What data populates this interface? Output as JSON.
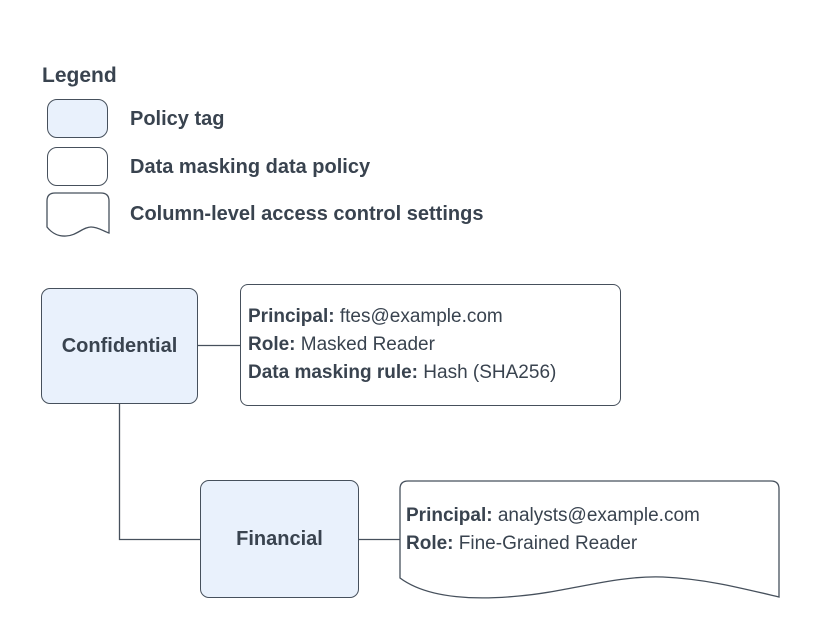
{
  "legend": {
    "title": "Legend",
    "items": [
      {
        "swatch": "policy-tag-swatch",
        "label": "Policy tag"
      },
      {
        "swatch": "data-masking-policy-swatch",
        "label": "Data masking data policy"
      },
      {
        "swatch": "column-access-settings-swatch",
        "label": "Column-level access control settings"
      }
    ]
  },
  "nodes": {
    "confidential": {
      "type": "policy-tag",
      "label": "Confidential"
    },
    "financial": {
      "type": "policy-tag",
      "label": "Financial"
    },
    "masking_policy": {
      "type": "data-masking-data-policy",
      "lines": [
        {
          "label": "Principal:",
          "value": "ftes@example.com"
        },
        {
          "label": "Role:",
          "value": "Masked Reader"
        },
        {
          "label": "Data masking rule:",
          "value": "Hash (SHA256)"
        }
      ]
    },
    "column_access": {
      "type": "column-level-access-control-settings",
      "lines": [
        {
          "label": "Principal:",
          "value": "analysts@example.com"
        },
        {
          "label": "Role:",
          "value": "Fine-Grained Reader"
        }
      ]
    }
  },
  "connections": [
    {
      "from": "confidential",
      "to": "masking_policy"
    },
    {
      "from": "confidential",
      "to": "financial"
    },
    {
      "from": "financial",
      "to": "column_access"
    }
  ],
  "colors": {
    "policy_tag_fill": "#e9f1fc",
    "shape_stroke": "#46505c",
    "text": "#39434f",
    "background": "#ffffff"
  }
}
